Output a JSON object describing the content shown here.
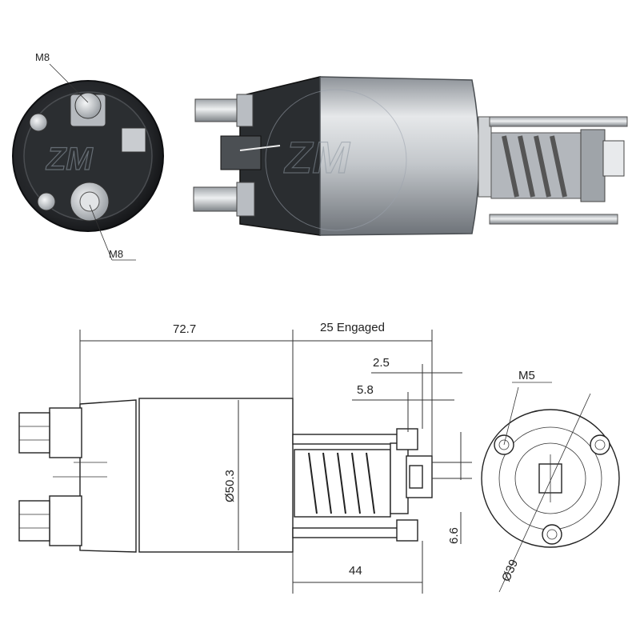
{
  "photo": {
    "end_view_labels": {
      "top_terminal": "M8",
      "bottom_terminal": "M8"
    }
  },
  "drawing": {
    "body_length": "72.7",
    "engaged_travel": "25 Engaged",
    "dim_small_a": "2.5",
    "dim_small_b": "5.8",
    "body_diameter": "Ø50.3",
    "plunger_gap": "6.6",
    "plunger_length": "44",
    "mount_thread": "M5",
    "flange_diameter": "Ø39"
  },
  "colors": {
    "metal_light": "#d7d9dc",
    "metal_mid": "#9ea3a8",
    "metal_dark": "#3a3d40",
    "line": "#222222"
  }
}
